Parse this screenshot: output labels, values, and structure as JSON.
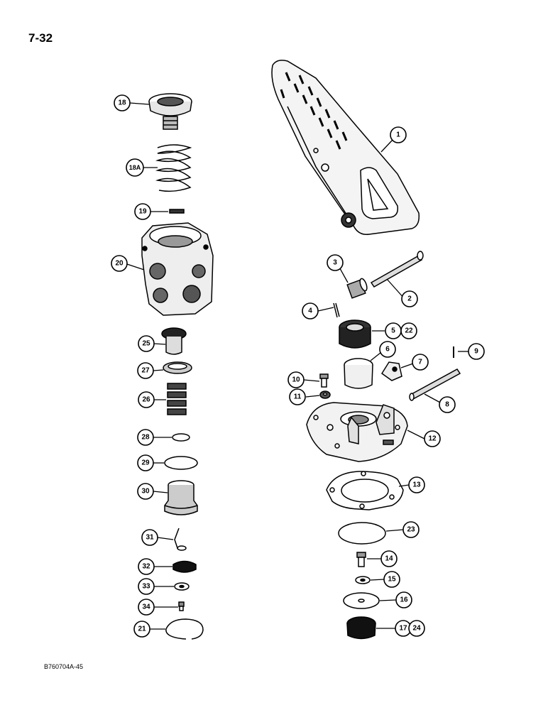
{
  "page_number": "7-32",
  "figure_code": "B760704A-45",
  "callouts": [
    {
      "id": "c18",
      "label": "18"
    },
    {
      "id": "c18a",
      "label": "18A"
    },
    {
      "id": "c19",
      "label": "19"
    },
    {
      "id": "c20",
      "label": "20"
    },
    {
      "id": "c25",
      "label": "25"
    },
    {
      "id": "c27",
      "label": "27"
    },
    {
      "id": "c26",
      "label": "26"
    },
    {
      "id": "c28",
      "label": "28"
    },
    {
      "id": "c29",
      "label": "29"
    },
    {
      "id": "c30",
      "label": "30"
    },
    {
      "id": "c31",
      "label": "31"
    },
    {
      "id": "c32",
      "label": "32"
    },
    {
      "id": "c33",
      "label": "33"
    },
    {
      "id": "c34",
      "label": "34"
    },
    {
      "id": "c21",
      "label": "21"
    },
    {
      "id": "c1",
      "label": "1"
    },
    {
      "id": "c2",
      "label": "2"
    },
    {
      "id": "c3",
      "label": "3"
    },
    {
      "id": "c4",
      "label": "4"
    },
    {
      "id": "c5",
      "label": "5"
    },
    {
      "id": "c22",
      "label": "22"
    },
    {
      "id": "c6",
      "label": "6"
    },
    {
      "id": "c7",
      "label": "7"
    },
    {
      "id": "c8",
      "label": "8"
    },
    {
      "id": "c9",
      "label": "9"
    },
    {
      "id": "c10",
      "label": "10"
    },
    {
      "id": "c11",
      "label": "11"
    },
    {
      "id": "c12",
      "label": "12"
    },
    {
      "id": "c13",
      "label": "13"
    },
    {
      "id": "c23",
      "label": "23"
    },
    {
      "id": "c14",
      "label": "14"
    },
    {
      "id": "c15",
      "label": "15"
    },
    {
      "id": "c16",
      "label": "16"
    },
    {
      "id": "c17",
      "label": "17"
    },
    {
      "id": "c24",
      "label": "24"
    }
  ]
}
